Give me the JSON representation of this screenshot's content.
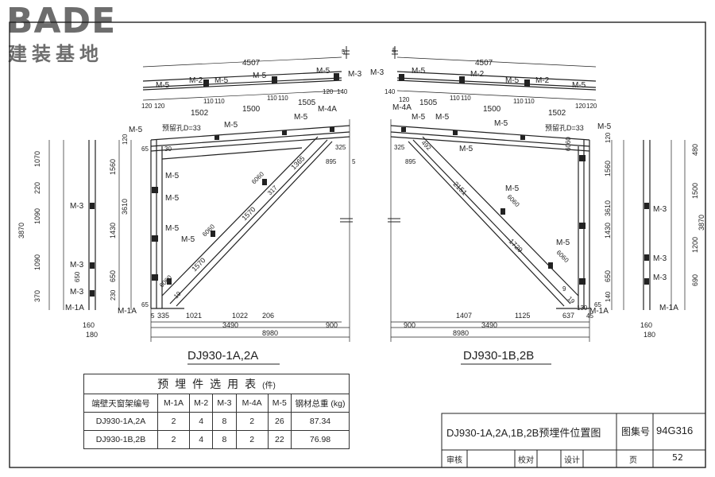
{
  "logo": {
    "brand": "BADE",
    "sub": "建装基地"
  },
  "left_view": {
    "caption": "DJ930-1A,2A",
    "top_dims": [
      "4507",
      "1502",
      "1500",
      "1505"
    ],
    "top_small": [
      "120",
      "120",
      "110",
      "110",
      "110",
      "110",
      "120",
      "140",
      "5"
    ],
    "parts": [
      "M-5",
      "M-2",
      "M-5",
      "M-5",
      "M-3",
      "M-5",
      "M-5",
      "M-5",
      "M-5",
      "M-5",
      "M-5",
      "M-5",
      "M-5",
      "M-4A",
      "M-3",
      "M-3",
      "M-3",
      "M-1A",
      "M-1A"
    ],
    "note": "预留孔D=33",
    "vert_dims": [
      "1070",
      "220",
      "1090",
      "1090",
      "370",
      "3870",
      "1560",
      "3610",
      "1430",
      "650",
      "650",
      "230",
      "120",
      "65",
      "30"
    ],
    "bottom_dims": [
      "335",
      "1021",
      "1022",
      "206",
      "3490",
      "900",
      "8980",
      "160",
      "180",
      "65"
    ],
    "diag_dims": [
      "1570",
      "1570",
      "1365",
      "317",
      "325",
      "895",
      "5",
      "6060",
      "6060",
      "6060",
      "5",
      "19"
    ]
  },
  "right_view": {
    "caption": "DJ930-1B,2B",
    "top_dims": [
      "4507",
      "1505",
      "1500",
      "1502"
    ],
    "top_small": [
      "140",
      "5",
      "120",
      "110",
      "110",
      "110",
      "110",
      "120",
      "120"
    ],
    "parts": [
      "M-3",
      "M-5",
      "M-2",
      "M-5",
      "M-2",
      "M-5",
      "M-4A",
      "M-5",
      "M-5",
      "M-5",
      "M-5",
      "M-5",
      "M-5",
      "M-5",
      "M-3",
      "M-3",
      "M-3",
      "M-1A",
      "M-1A"
    ],
    "note": "预留孔D=33",
    "vert_dims": [
      "480",
      "1500",
      "3870",
      "1200",
      "690",
      "1560",
      "3610",
      "1430",
      "650",
      "140",
      "120"
    ],
    "bottom_dims": [
      "900",
      "1407",
      "1125",
      "637",
      "3490",
      "8980",
      "160",
      "180",
      "130",
      "65",
      "45"
    ],
    "diag_dims": [
      "2151",
      "1729",
      "325",
      "895",
      "6060",
      "6060",
      "6060",
      "492",
      "9",
      "19"
    ]
  },
  "table": {
    "caption": "预埋件选用表",
    "unit": "(件)",
    "headers": [
      "端壁天窗架编号",
      "M-1A",
      "M-2",
      "M-3",
      "M-4A",
      "M-5",
      "钢材总重 (kg)"
    ],
    "rows": [
      [
        "DJ930-1A,2A",
        "2",
        "4",
        "8",
        "2",
        "26",
        "87.34"
      ],
      [
        "DJ930-1B,2B",
        "2",
        "4",
        "8",
        "2",
        "22",
        "76.98"
      ]
    ]
  },
  "title_block": {
    "title": "DJ930-1A,2A,1B,2B预埋件位置图",
    "set_label": "图集号",
    "set_no": "94G316",
    "review": "审核",
    "check": "校对",
    "design": "设计",
    "page_label": "页",
    "page_no": "52"
  },
  "colors": {
    "ink": "#222222",
    "logo_gray": "#6d6d6d",
    "paper": "#ffffff"
  }
}
